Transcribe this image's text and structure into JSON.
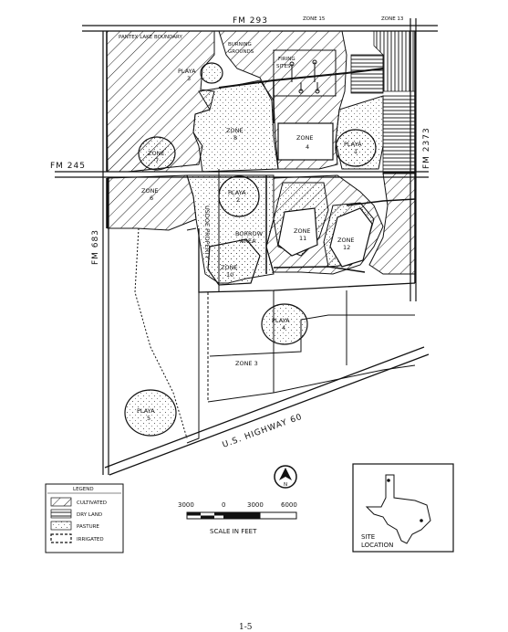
{
  "roads": {
    "fm293": "FM 293",
    "fm245": "FM 245",
    "fm2373": "FM 2373",
    "fm683": "FM 683",
    "highway60": "U.S. HIGHWAY 60"
  },
  "areas": {
    "pantex_lake": "PANTEX LAKE BOUNDARY",
    "burning_grounds_1": "BURNING",
    "burning_grounds_2": "GROUNDS",
    "firing_sites_1": "FIRING",
    "firing_sites_2": "SITES",
    "zone15": "ZONE 15",
    "zone13": "ZONE 13",
    "playa3_a": "PLAYA",
    "playa3_b": "3",
    "zone8_a": "ZONE",
    "zone8_b": "8",
    "zone4_a": "ZONE",
    "zone4_b": "4",
    "playa1_a": "PLAYA",
    "playa1_b": "1",
    "zone7_a": "ZONE",
    "zone7_b": "7",
    "zone6_a": "ZONE",
    "zone6_b": "6",
    "playa2_a": "PLAYA",
    "playa2_b": "2",
    "usdoe_property": "USDOE PROPERTY",
    "borrow_area_1": "BORROW",
    "borrow_area_2": "AREA",
    "zone10_a": "ZONE",
    "zone10_b": "10",
    "zone11_a": "ZONE",
    "zone11_b": "11",
    "zone12_a": "ZONE",
    "zone12_b": "12",
    "playa4_a": "PLAYA",
    "playa4_b": "4",
    "zone3": "ZONE 3",
    "playa5_a": "PLAYA",
    "playa5_b": "5"
  },
  "legend": {
    "title": "LEGEND",
    "items": [
      {
        "label": "CULTIVATED",
        "pattern": "hatch"
      },
      {
        "label": "DRY LAND",
        "pattern": "lines"
      },
      {
        "label": "PASTURE",
        "pattern": "dots"
      },
      {
        "label": "IRRIGATED",
        "pattern": "fence"
      }
    ]
  },
  "north_arrow": {
    "letter": "N"
  },
  "scale": {
    "ticks": [
      "3000",
      "0",
      "3000",
      "6000"
    ],
    "caption": "SCALE IN FEET"
  },
  "site_location": {
    "line1": "SITE",
    "line2": "LOCATION"
  },
  "page_number": "1-5"
}
